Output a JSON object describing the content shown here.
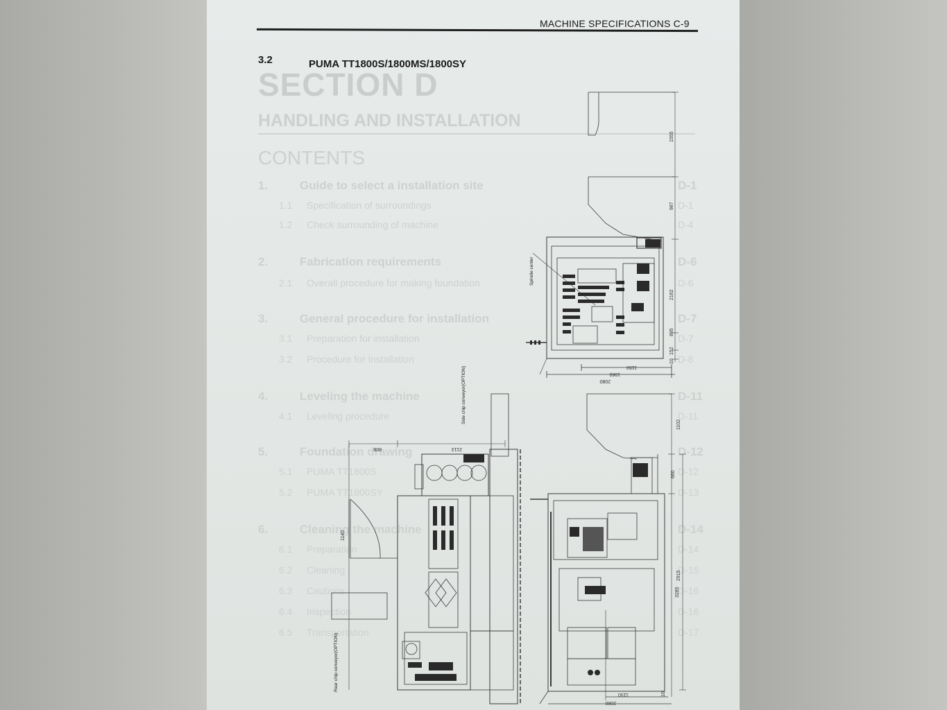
{
  "header": {
    "title": "MACHINE SPECIFICATIONS C-9"
  },
  "section": {
    "number": "3.2",
    "title": "PUMA TT1800S/1800MS/1800SY"
  },
  "ghost": {
    "section": "SECTION D",
    "subtitle": "HANDLING AND INSTALLATION",
    "contents": "CONTENTS",
    "toc": [
      {
        "num": "1.",
        "text": "Guide to select a installation site",
        "page": "D-1"
      },
      {
        "num": "1.1",
        "text": "Specification of surroundings",
        "page": "D-1"
      },
      {
        "num": "1.2",
        "text": "Check surrounding of machine",
        "page": "D-4"
      },
      {
        "num": "2.",
        "text": "Fabrication requirements",
        "page": "D-6"
      },
      {
        "num": "2.1",
        "text": "Overall procedure for making foundation",
        "page": "D-6"
      },
      {
        "num": "3.",
        "text": "General procedure for installation",
        "page": "D-7"
      },
      {
        "num": "3.1",
        "text": "Preparation for installation",
        "page": "D-7"
      },
      {
        "num": "3.2",
        "text": "Procedure for installation",
        "page": "D-8"
      },
      {
        "num": "4.",
        "text": "Leveling the machine",
        "page": "D-11"
      },
      {
        "num": "4.1",
        "text": "Leveling procedure",
        "page": "D-11"
      },
      {
        "num": "5.",
        "text": "Foundation drawing",
        "page": "D-12"
      },
      {
        "num": "5.1",
        "text": "PUMA TT1800S",
        "page": "D-12"
      },
      {
        "num": "5.2",
        "text": "PUMA TT1800SY",
        "page": "D-13"
      },
      {
        "num": "6.",
        "text": "Cleaning the machine",
        "page": "D-14"
      },
      {
        "num": "6.1",
        "text": "Preparation",
        "page": "D-14"
      },
      {
        "num": "6.2",
        "text": "Cleaning",
        "page": "D-15"
      },
      {
        "num": "6.3",
        "text": "Cautions",
        "page": "D-16"
      },
      {
        "num": "6.4",
        "text": "Inspection",
        "page": "D-16"
      },
      {
        "num": "6.5",
        "text": "Transportation",
        "page": "D-17"
      }
    ]
  },
  "drawing": {
    "labels": {
      "spindle_center": "Spindle center",
      "side_conveyor": "Side chip conveyor(OPTION)",
      "rear_conveyor": "Rear chip conveyor(OPTION)"
    },
    "dims": {
      "d1555": "1555",
      "d987": "987",
      "d2162": "2162",
      "d895": "895",
      "d152": "152",
      "d10a": "10",
      "d1150a": "1150",
      "d1960": "1960",
      "d2080a": "2080",
      "d1102": "1102",
      "d660": "660",
      "d2915": "2915",
      "d3285": "3285",
      "d1150b": "1150",
      "d2080b": "2080",
      "d10b": "10",
      "d808": "808",
      "d2113": "2113",
      "d1140": "1140"
    }
  }
}
